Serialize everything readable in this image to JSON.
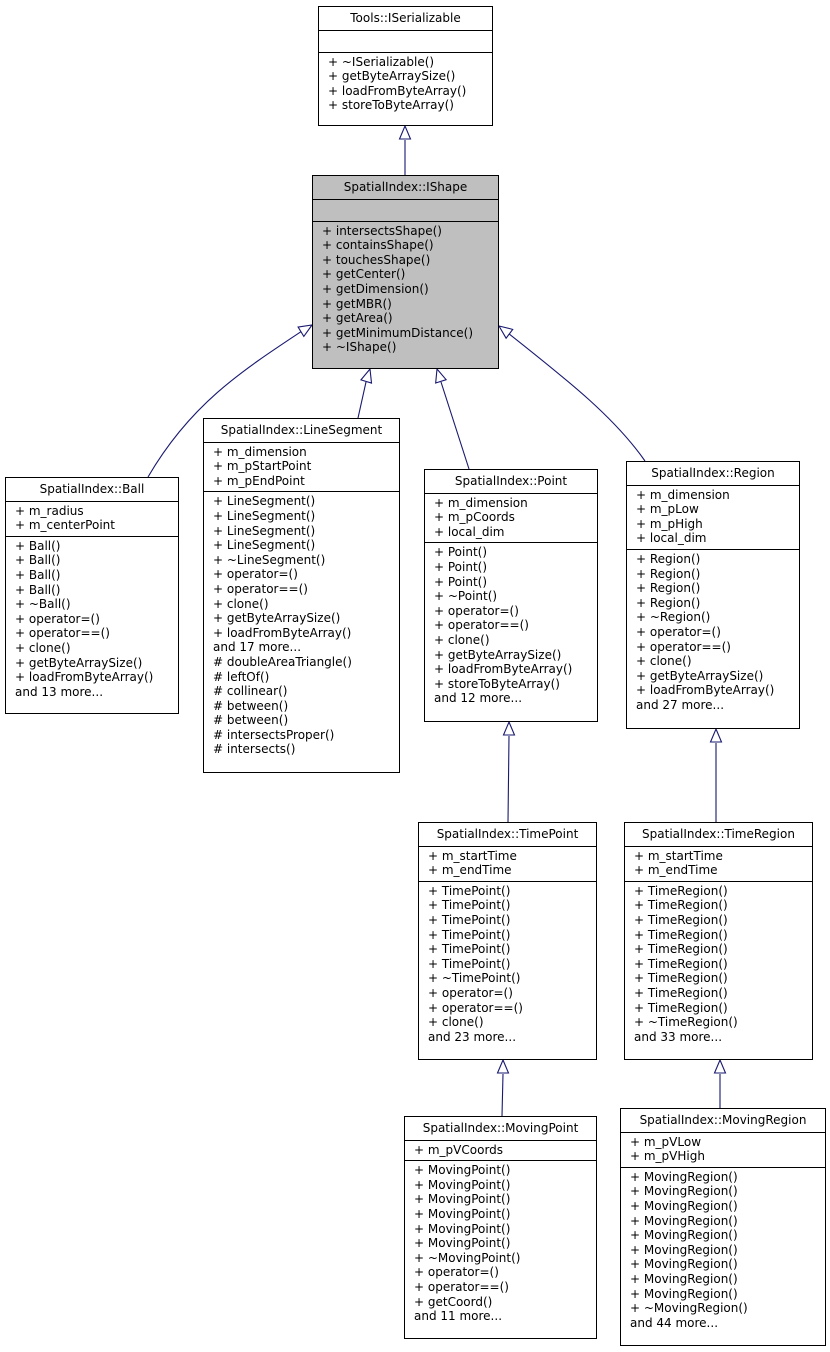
{
  "edge_color": "#191970",
  "highlight_fill": "#bfbfbf",
  "classes": [
    {
      "id": "iserializable",
      "title": "Tools::ISerializable",
      "attributes": [],
      "methods": [
        "+ ~ISerializable()",
        "+ getByteArraySize()",
        "+ loadFromByteArray()",
        "+ storeToByteArray()"
      ]
    },
    {
      "id": "ishape",
      "title": "SpatialIndex::IShape",
      "highlight": true,
      "attributes": [],
      "methods": [
        "+ intersectsShape()",
        "+ containsShape()",
        "+ touchesShape()",
        "+ getCenter()",
        "+ getDimension()",
        "+ getMBR()",
        "+ getArea()",
        "+ getMinimumDistance()",
        "+ ~IShape()"
      ]
    },
    {
      "id": "ball",
      "title": "SpatialIndex::Ball",
      "attributes": [
        "+ m_radius",
        "+ m_centerPoint"
      ],
      "methods": [
        "+ Ball()",
        "+ Ball()",
        "+ Ball()",
        "+ Ball()",
        "+ ~Ball()",
        "+ operator=()",
        "+ operator==()",
        "+ clone()",
        "+ getByteArraySize()",
        "+ loadFromByteArray()",
        "and 13 more..."
      ]
    },
    {
      "id": "linesegment",
      "title": "SpatialIndex::LineSegment",
      "attributes": [
        "+ m_dimension",
        "+ m_pStartPoint",
        "+ m_pEndPoint"
      ],
      "methods": [
        "+ LineSegment()",
        "+ LineSegment()",
        "+ LineSegment()",
        "+ LineSegment()",
        "+ ~LineSegment()",
        "+ operator=()",
        "+ operator==()",
        "+ clone()",
        "+ getByteArraySize()",
        "+ loadFromByteArray()",
        "and 17 more...",
        "# doubleAreaTriangle()",
        "# leftOf()",
        "# collinear()",
        "# between()",
        "# between()",
        "# intersectsProper()",
        "# intersects()"
      ]
    },
    {
      "id": "point",
      "title": "SpatialIndex::Point",
      "attributes": [
        "+ m_dimension",
        "+ m_pCoords",
        "+ local_dim"
      ],
      "methods": [
        "+ Point()",
        "+ Point()",
        "+ Point()",
        "+ ~Point()",
        "+ operator=()",
        "+ operator==()",
        "+ clone()",
        "+ getByteArraySize()",
        "+ loadFromByteArray()",
        "+ storeToByteArray()",
        "and 12 more..."
      ]
    },
    {
      "id": "region",
      "title": "SpatialIndex::Region",
      "attributes": [
        "+ m_dimension",
        "+ m_pLow",
        "+ m_pHigh",
        "+ local_dim"
      ],
      "methods": [
        "+ Region()",
        "+ Region()",
        "+ Region()",
        "+ Region()",
        "+ ~Region()",
        "+ operator=()",
        "+ operator==()",
        "+ clone()",
        "+ getByteArraySize()",
        "+ loadFromByteArray()",
        "and 27 more..."
      ]
    },
    {
      "id": "timepoint",
      "title": "SpatialIndex::TimePoint",
      "attributes": [
        "+ m_startTime",
        "+ m_endTime"
      ],
      "methods": [
        "+ TimePoint()",
        "+ TimePoint()",
        "+ TimePoint()",
        "+ TimePoint()",
        "+ TimePoint()",
        "+ TimePoint()",
        "+ ~TimePoint()",
        "+ operator=()",
        "+ operator==()",
        "+ clone()",
        "and 23 more..."
      ]
    },
    {
      "id": "timeregion",
      "title": "SpatialIndex::TimeRegion",
      "attributes": [
        "+ m_startTime",
        "+ m_endTime"
      ],
      "methods": [
        "+ TimeRegion()",
        "+ TimeRegion()",
        "+ TimeRegion()",
        "+ TimeRegion()",
        "+ TimeRegion()",
        "+ TimeRegion()",
        "+ TimeRegion()",
        "+ TimeRegion()",
        "+ TimeRegion()",
        "+ ~TimeRegion()",
        "and 33 more..."
      ]
    },
    {
      "id": "movingpoint",
      "title": "SpatialIndex::MovingPoint",
      "attributes": [
        "+ m_pVCoords"
      ],
      "methods": [
        "+ MovingPoint()",
        "+ MovingPoint()",
        "+ MovingPoint()",
        "+ MovingPoint()",
        "+ MovingPoint()",
        "+ MovingPoint()",
        "+ ~MovingPoint()",
        "+ operator=()",
        "+ operator==()",
        "+ getCoord()",
        "and 11 more..."
      ]
    },
    {
      "id": "movingregion",
      "title": "SpatialIndex::MovingRegion",
      "attributes": [
        "+ m_pVLow",
        "+ m_pVHigh"
      ],
      "methods": [
        "+ MovingRegion()",
        "+ MovingRegion()",
        "+ MovingRegion()",
        "+ MovingRegion()",
        "+ MovingRegion()",
        "+ MovingRegion()",
        "+ MovingRegion()",
        "+ MovingRegion()",
        "+ MovingRegion()",
        "+ ~MovingRegion()",
        "and 44 more..."
      ]
    }
  ]
}
